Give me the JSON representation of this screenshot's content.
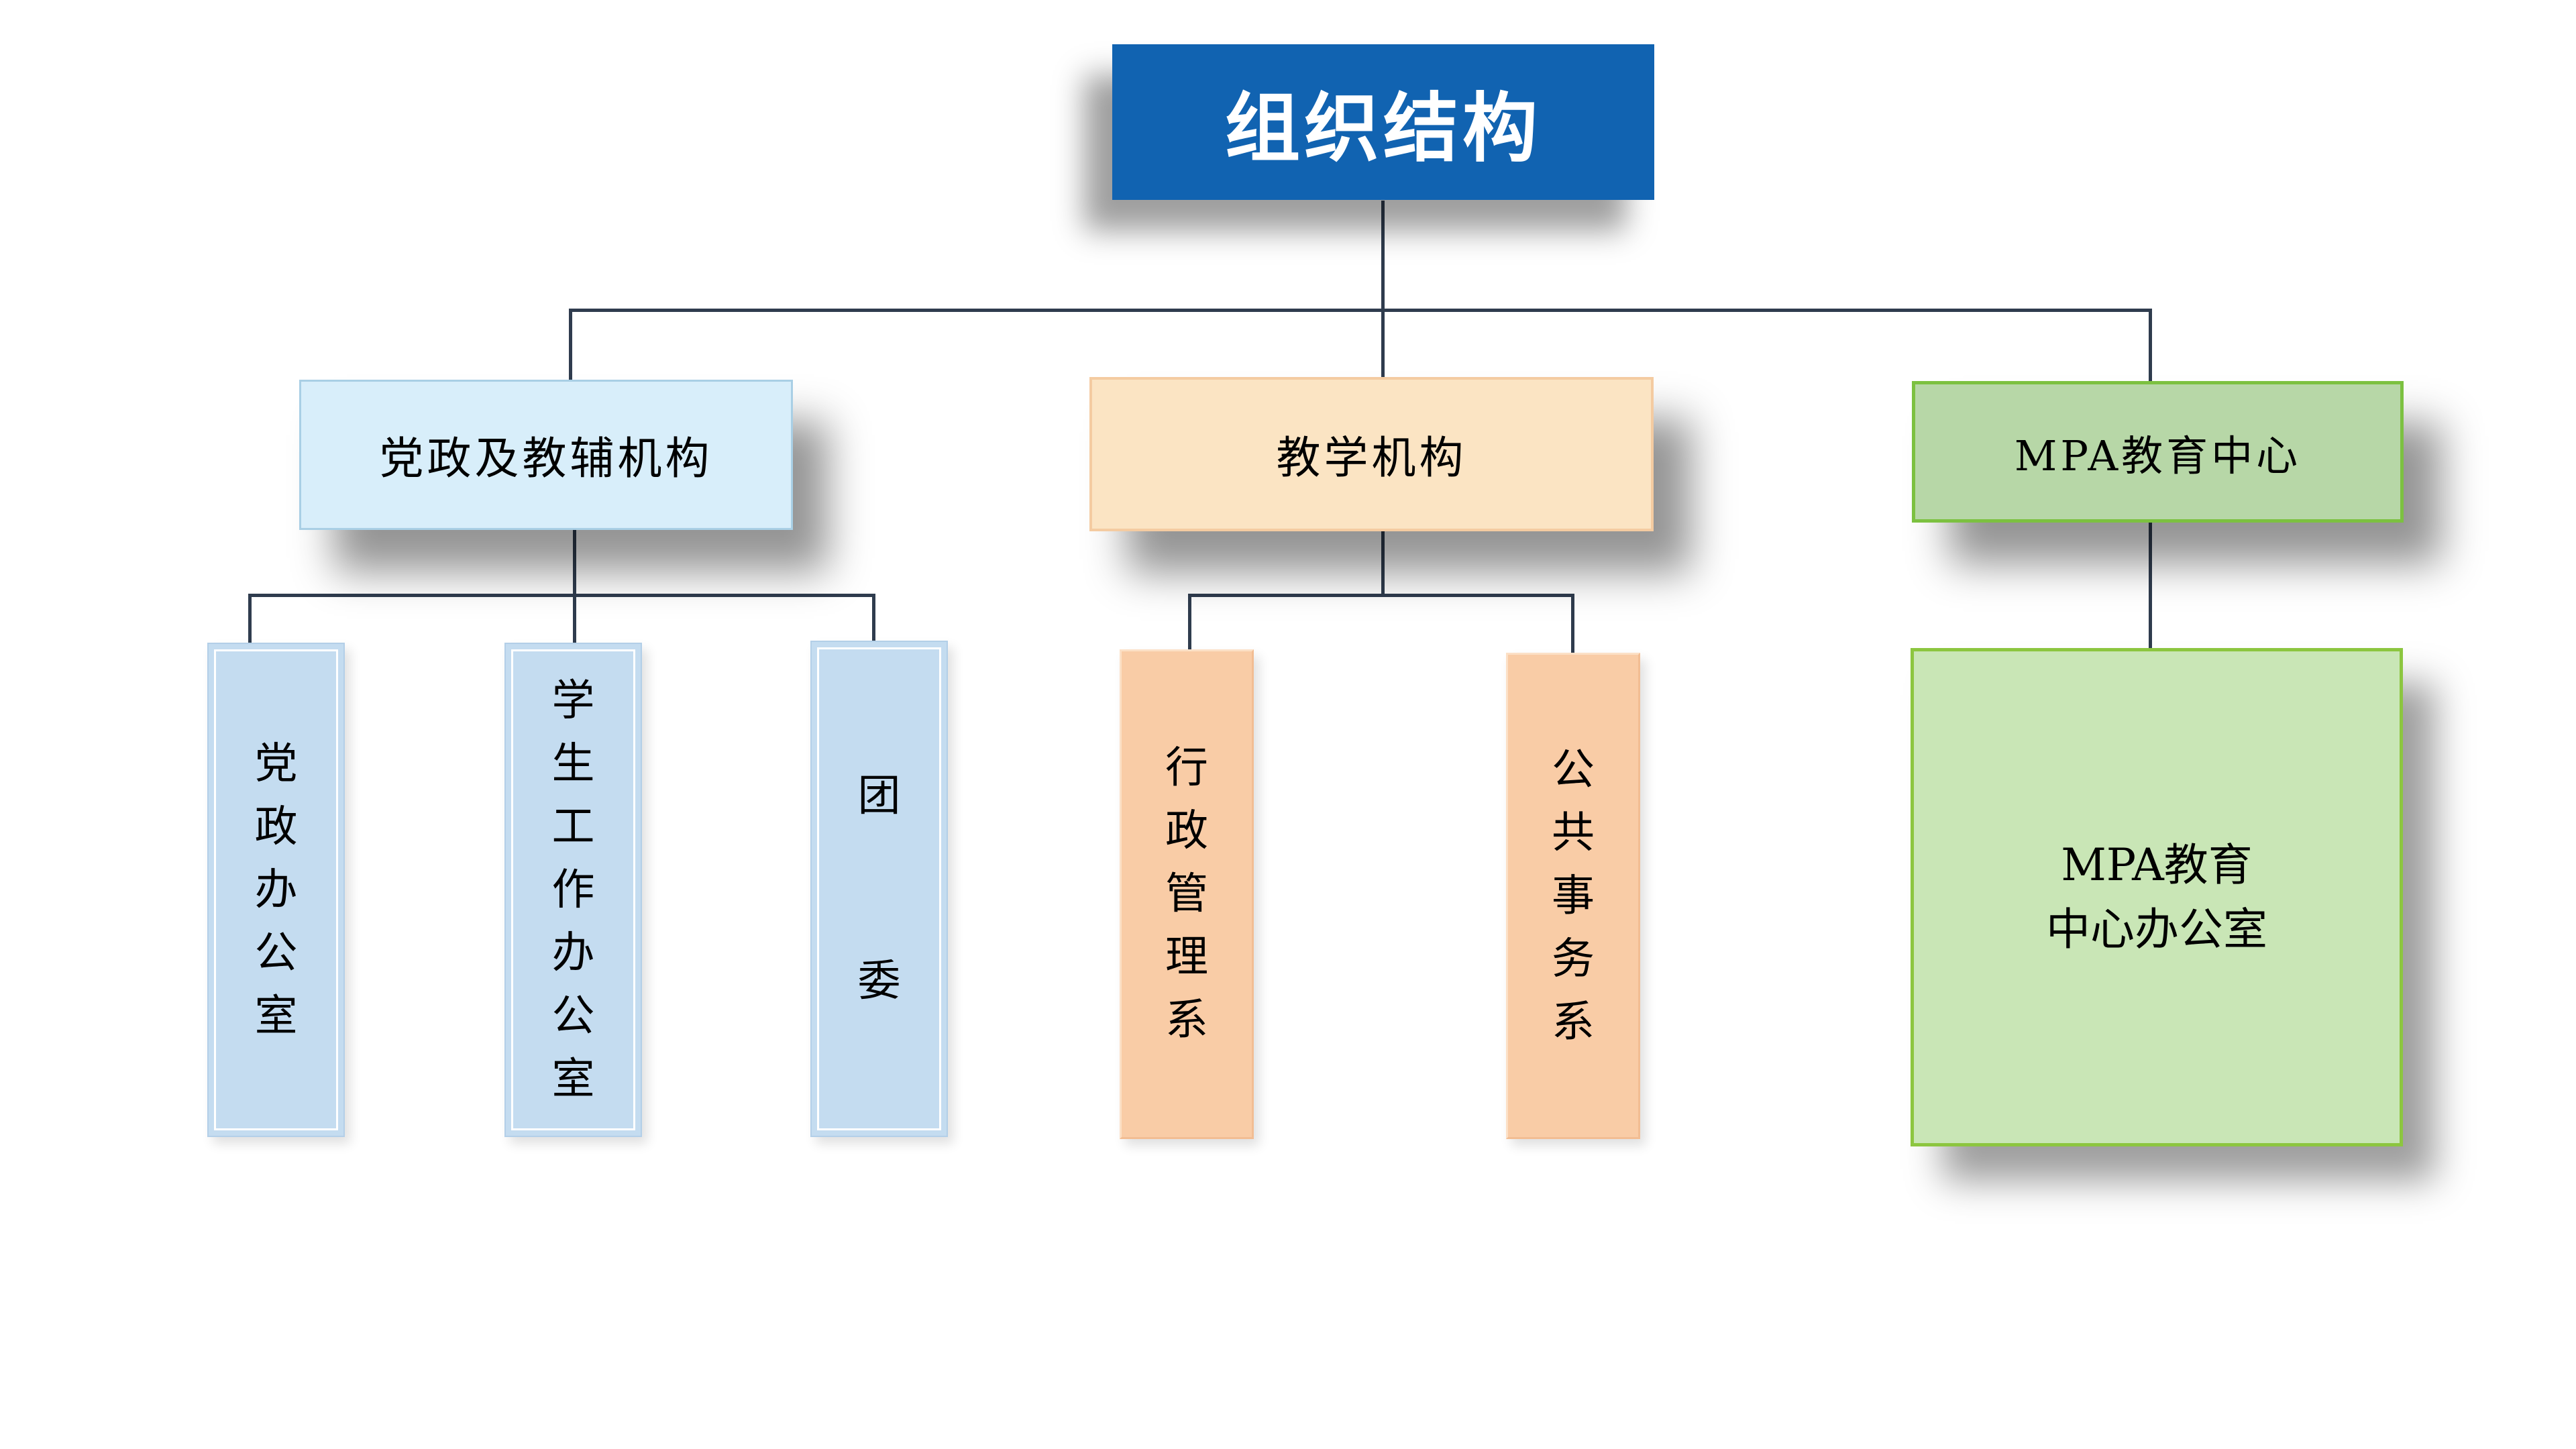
{
  "diagram": {
    "type": "org-chart",
    "title": "组织结构"
  },
  "hierarchy": {
    "root_label": "组织结构",
    "children": [
      {
        "label": "党政及教辅机构",
        "children": [
          "党政办公室",
          "学生工作办公室",
          "团委"
        ]
      },
      {
        "label": "教学机构",
        "children": [
          "行政管理系",
          "公共事务系"
        ]
      },
      {
        "label": "MPA教育中心",
        "children": [
          "MPA教育\n中心办公室"
        ]
      }
    ]
  },
  "colors": {
    "root_fill": "#1163B1",
    "root_text": "#FFFFFF",
    "blue_l2_fill": "#D8EEFA",
    "blue_l2_border": "#A9CFE5",
    "blue_l3_fill": "#C4DCF0",
    "orange_l2_fill": "#FBE4C3",
    "orange_l2_border": "#F4CBA1",
    "orange_l3_fill": "#F9CCA6",
    "green_l2_fill": "#B7D7A7",
    "green_l2_border": "#7CC140",
    "green_l3_fill": "#C9E6B6",
    "green_l3_border": "#8CC63F",
    "connector": "#2F3C4E",
    "background": "#FFFFFF"
  }
}
